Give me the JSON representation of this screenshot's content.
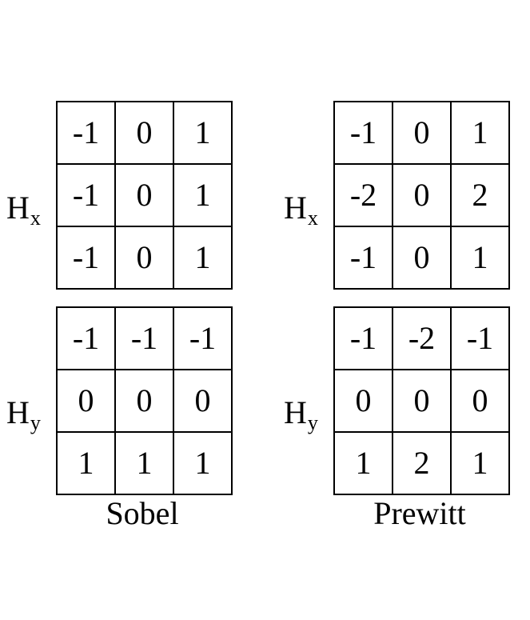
{
  "labels": {
    "h": "H",
    "x_sub": "x",
    "y_sub": "y"
  },
  "captions": {
    "left": "Sobel",
    "right": "Prewitt"
  },
  "kernels": {
    "left_hx": [
      [
        "-1",
        "0",
        "1"
      ],
      [
        "-1",
        "0",
        "1"
      ],
      [
        "-1",
        "0",
        "1"
      ]
    ],
    "left_hy": [
      [
        "-1",
        "-1",
        "-1"
      ],
      [
        "0",
        "0",
        "0"
      ],
      [
        "1",
        "1",
        "1"
      ]
    ],
    "right_hx": [
      [
        "-1",
        "0",
        "1"
      ],
      [
        "-2",
        "0",
        "2"
      ],
      [
        "-1",
        "0",
        "1"
      ]
    ],
    "right_hy": [
      [
        "-1",
        "-2",
        "-1"
      ],
      [
        "0",
        "0",
        "0"
      ],
      [
        "1",
        "2",
        "1"
      ]
    ]
  }
}
